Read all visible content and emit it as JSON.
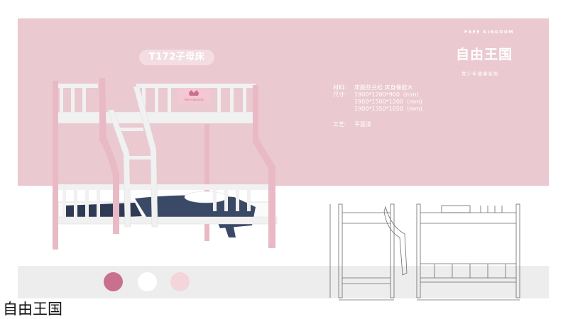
{
  "product": {
    "model_tag": "T172子母床",
    "caption": "自由王国"
  },
  "logo": {
    "arc_text": "FREE KINGDOM",
    "name": "自由王国",
    "tagline": "青少年健康家居"
  },
  "specs": {
    "material_key": "材料:",
    "material_value": "床腿芬兰松  床身橡胶木",
    "size_key": "尺寸:",
    "sizes": [
      "1900*1200*900（mm)",
      "1900*1500*1200（mm)",
      "1900*1350*1050（mm)"
    ],
    "craft_key": "工艺:",
    "craft_value": "平面漆"
  },
  "headboard_text": "FREE KINGDOM",
  "colors": {
    "banner": "#eac9d1",
    "swatch_1": "#c9708f",
    "swatch_2": "#ffffff",
    "swatch_3": "#f4d5dc",
    "bed_pink": "#e9b9c6",
    "bed_white": "#f1f1f1",
    "blanket": "#3a4a66"
  },
  "icons": {
    "logo_mark": "crown-house-icon",
    "headboard_badge": "crown-icon"
  }
}
